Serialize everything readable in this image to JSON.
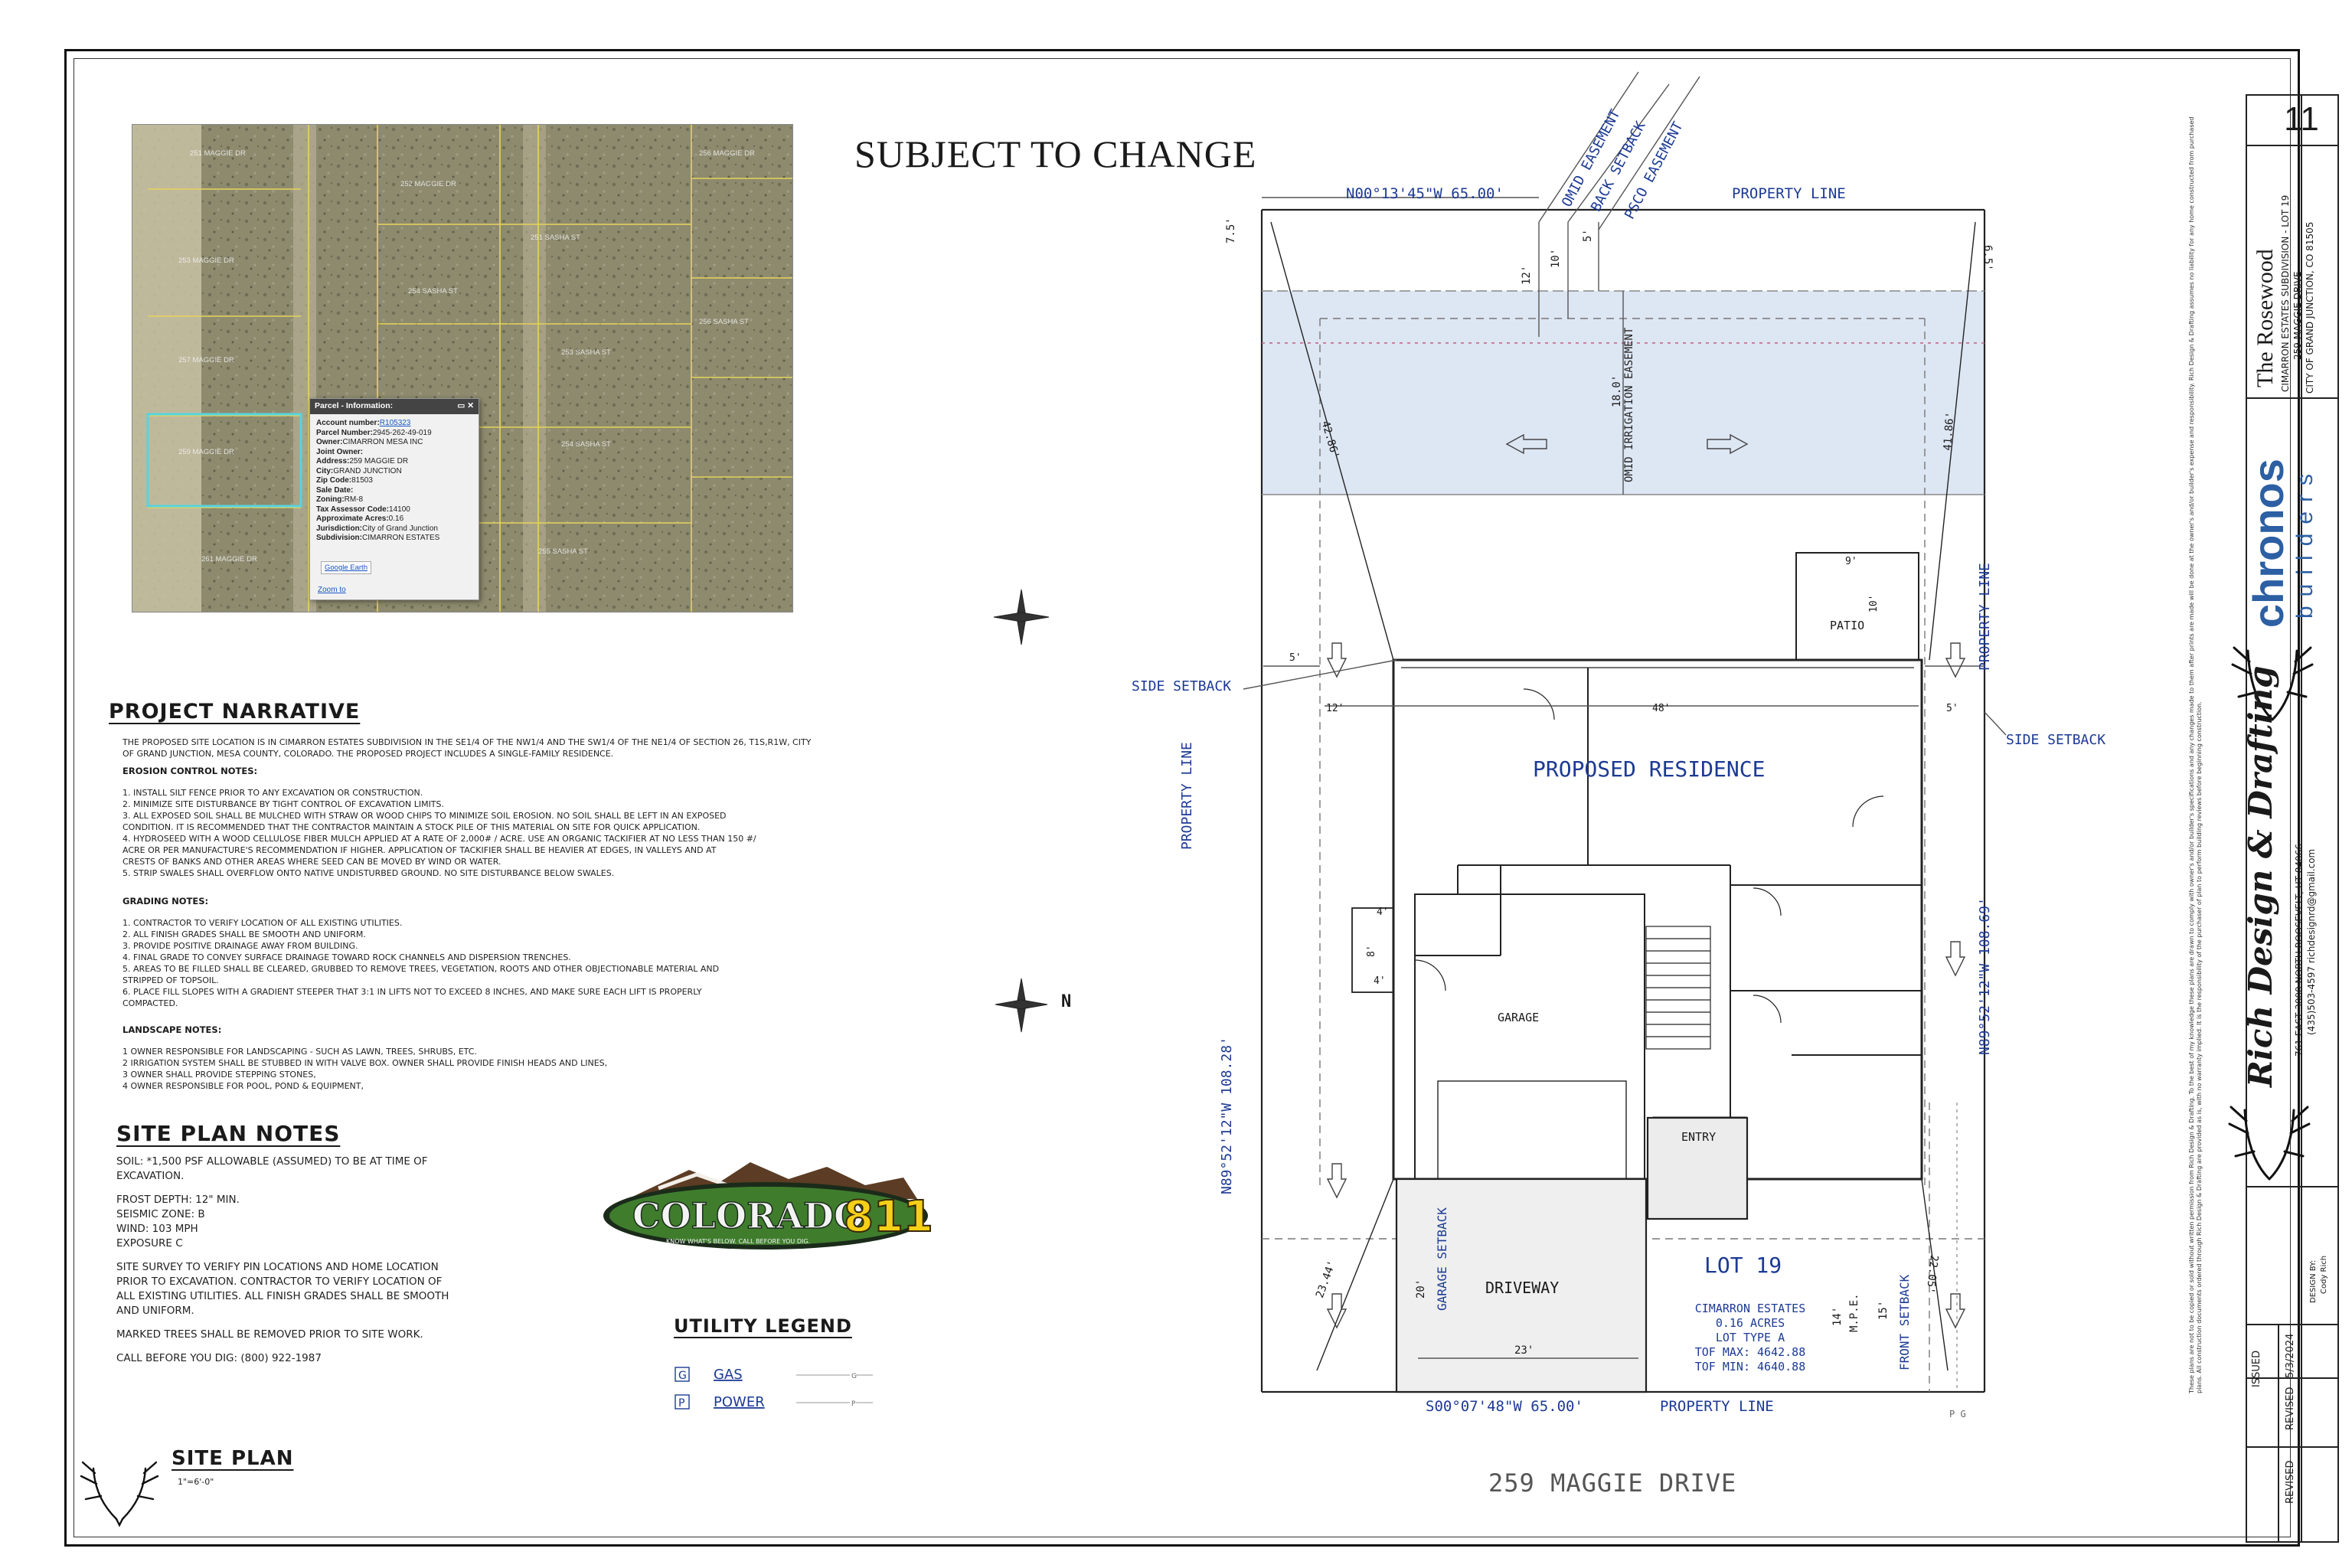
{
  "sheet": {
    "number": "11",
    "subject_to_change": "SUBJECT TO CHANGE",
    "address": "259 MAGGIE DRIVE"
  },
  "parcel_popup": {
    "title": "Parcel - Information:",
    "rows": [
      {
        "label": "Account number:",
        "value": "R105323"
      },
      {
        "label": "Parcel Number:",
        "value": "2945-262-49-019"
      },
      {
        "label": "Owner:",
        "value": "CIMARRON MESA INC"
      },
      {
        "label": "Joint Owner:",
        "value": ""
      },
      {
        "label": "Address:",
        "value": "259 MAGGIE DR"
      },
      {
        "label": "City:",
        "value": "GRAND JUNCTION"
      },
      {
        "label": "Zip Code:",
        "value": "81503"
      },
      {
        "label": "Sale Date:",
        "value": ""
      },
      {
        "label": "Zoning:",
        "value": "RM-8"
      },
      {
        "label": "Tax Assessor Code:",
        "value": "14100"
      },
      {
        "label": "Approximate Acres:",
        "value": "0.16"
      },
      {
        "label": "Jurisdiction:",
        "value": "City of Grand Junction"
      },
      {
        "label": "Subdivision:",
        "value": "CIMARRON ESTATES"
      }
    ],
    "google_earth": "Google Earth",
    "zoom_to": "Zoom to"
  },
  "narrative": {
    "heading": "PROJECT NARRATIVE",
    "intro": "THE PROPOSED SITE LOCATION IS IN CIMARRON ESTATES SUBDIVISION IN THE SE1/4 OF THE NW1/4 AND THE SW1/4 OF THE NE1/4 OF SECTION 26, T1S,R1W, CITY OF GRAND JUNCTION, MESA COUNTY, COLORADO. THE PROPOSED PROJECT INCLUDES A SINGLE-FAMILY RESIDENCE.",
    "erosion_heading": "EROSION CONTROL NOTES:",
    "erosion": [
      "1. INSTALL SILT FENCE PRIOR TO ANY EXCAVATION OR CONSTRUCTION.",
      "2. MINIMIZE SITE DISTURBANCE BY TIGHT CONTROL OF EXCAVATION LIMITS.",
      "3. ALL EXPOSED SOIL SHALL BE MULCHED WITH STRAW OR WOOD CHIPS TO MINIMIZE SOIL EROSION. NO SOIL SHALL BE LEFT IN AN EXPOSED",
      "CONDITION. IT IS RECOMMENDED THAT THE CONTRACTOR MAINTAIN A STOCK PILE OF THIS MATERIAL ON SITE FOR QUICK APPLICATION.",
      "4. HYDROSEED WITH A WOOD CELLULOSE FIBER MULCH APPLIED AT A RATE OF 2,000# / ACRE. USE AN ORGANIC TACKIFIER AT NO LESS THAN 150 #/",
      "ACRE OR PER MANUFACTURE'S RECOMMENDATION IF HIGHER. APPLICATION OF TACKIFIER SHALL BE HEAVIER AT EDGES, IN VALLEYS AND AT",
      "CRESTS OF BANKS AND OTHER AREAS WHERE SEED CAN BE MOVED BY WIND OR WATER.",
      "5. STRIP SWALES SHALL OVERFLOW ONTO NATIVE UNDISTURBED GROUND. NO SITE DISTURBANCE BELOW SWALES."
    ],
    "grading_heading": "GRADING NOTES:",
    "grading": [
      "1. CONTRACTOR TO VERIFY LOCATION OF ALL EXISTING UTILITIES.",
      "2. ALL FINISH GRADES SHALL BE SMOOTH AND UNIFORM.",
      "3. PROVIDE POSITIVE DRAINAGE AWAY FROM BUILDING.",
      "4. FINAL GRADE TO CONVEY SURFACE DRAINAGE TOWARD ROCK CHANNELS AND DISPERSION TRENCHES.",
      "5. AREAS TO BE FILLED SHALL BE CLEARED, GRUBBED TO REMOVE TREES, VEGETATION, ROOTS AND OTHER OBJECTIONABLE MATERIAL AND",
      "STRIPPED OF TOPSOIL.",
      "6. PLACE FILL SLOPES WITH A GRADIENT STEEPER THAT 3:1 IN LIFTS NOT TO EXCEED 8 INCHES, AND MAKE SURE EACH LIFT IS PROPERLY",
      "COMPACTED."
    ],
    "landscape_heading": "LANDSCAPE NOTES:",
    "landscape": [
      "1 OWNER RESPONSIBLE FOR LANDSCAPING - SUCH AS LAWN, TREES, SHRUBS, ETC.",
      "2 IRRIGATION SYSTEM SHALL BE STUBBED IN WITH VALVE BOX. OWNER SHALL PROVIDE FINISH HEADS AND LINES,",
      "3 OWNER SHALL PROVIDE STEPPING STONES,",
      "4 OWNER RESPONSIBLE FOR POOL, POND & EQUIPMENT,"
    ]
  },
  "site_notes": {
    "heading": "SITE PLAN NOTES",
    "lines": [
      "SOIL: *1,500 PSF ALLOWABLE (ASSUMED) TO BE AT TIME OF",
      "EXCAVATION.",
      "",
      "FROST DEPTH: 12\" MIN.",
      "SEISMIC ZONE: B",
      "WIND: 103 MPH",
      "EXPOSURE C",
      "",
      "SITE SURVEY TO VERIFY PIN LOCATIONS AND HOME LOCATION",
      "PRIOR TO EXCAVATION. CONTRACTOR TO VERIFY LOCATION OF",
      "ALL EXISTING UTILITIES. ALL FINISH GRADES SHALL BE SMOOTH",
      "AND UNIFORM.",
      "",
      "MARKED TREES SHALL BE REMOVED PRIOR TO SITE WORK.",
      "",
      "CALL BEFORE YOU DIG: (800) 922-1987"
    ]
  },
  "logo811": {
    "text": "COLORADO",
    "number": "811",
    "tagline": "KNOW WHAT'S BELOW. CALL BEFORE YOU DIG."
  },
  "utility_legend": {
    "heading": "UTILITY LEGEND",
    "items": [
      {
        "key": "G",
        "label": "GAS",
        "line": "G"
      },
      {
        "key": "P",
        "label": "POWER",
        "line": "P"
      }
    ]
  },
  "site_plan_title": {
    "title": "SITE PLAN",
    "scale": "1\"=6'-0\""
  },
  "plan": {
    "property_line": "PROPERTY LINE",
    "north_bearing": "N00°13'45\"W  65.00'",
    "south_bearing": "S00°07'48\"W  65.00'",
    "west_bearing": "N89°52'12\"W  108.28'",
    "east_bearing": "N89°52'12\"W  108.69'",
    "easements": [
      "OMID EASEMENT",
      "BACK SETBACK",
      "PSCO EASEMENT"
    ],
    "irrigation_easement": "OMID IRRIGATION EASEMENT",
    "side_setback": "SIDE SETBACK",
    "garage_setback": "GARAGE SETBACK",
    "front_setback": "FRONT SETBACK",
    "mpe": "M.P.E.",
    "residence": "PROPOSED RESIDENCE",
    "garage": "GARAGE",
    "entry": "ENTRY",
    "patio": "PATIO",
    "driveway": "DRIVEWAY",
    "lot": "LOT 19",
    "lot_info": [
      "CIMARRON ESTATES",
      "0.16 ACRES",
      "LOT TYPE A",
      "TOF MAX: 4642.88",
      "TOF MIN: 4640.88"
    ],
    "dims": {
      "d75": "7.5'",
      "d65": "6.5'",
      "d12": "12'",
      "d10": "10'",
      "d5": "5'",
      "d18": "18.0'",
      "d4286": "42.86'",
      "d4186": "41.86'",
      "d9": "9'",
      "d10b": "10'",
      "d5a": "5'",
      "d5b": "5'",
      "d12b": "12'",
      "d48": "48'",
      "d4": "4'",
      "d8": "8'",
      "d4b": "4'",
      "d20": "20'",
      "d23": "23'",
      "d14": "14'",
      "d15": "15'",
      "d2344": "23.44'",
      "d2205": "22.05'"
    },
    "north": "N",
    "pg": "P  G"
  },
  "title_block": {
    "sheet_no": "11",
    "project": "The Rosewood",
    "subdivision": "CIMARRON ESTATES SUBDIVISION - LOT 19",
    "street": "259 MAGGIE DRIVE",
    "city": "CITY OF GRAND JUNCTION, CO 81505",
    "brand": "chronos",
    "brand_sub": "builders",
    "drafter": "Rich Design & Drafting",
    "drafter_addr": "761 EAST 3000 NORTH ROOSEVELT, UT 84066",
    "drafter_contact": "(435)503-4597 richdesignrd@gmail.com",
    "disclaimer": "These plans are not to be copied or sold without written permission from Rich Design & Drafting. To the best of my knowledge these plans are drawn to comply with owner's and/or builder's specifications and any changes made to them after prints are made will be done at the owner's and/or builder's expense and responsibility. Rich Design & Drafting assumes no liability for any home constructed from purchased plans. All construction documents ordered through Rich Design & Drafting are provided as is, with no warranty implied. It is the responsibility of the purchaser of plan to perform building reviews before beginning construction.",
    "issued_label": "ISSUED",
    "issued_date": "5/3/2024",
    "revised_label": "REVISED",
    "design_by_label": "DESIGN BY:",
    "design_by": "Cody Rich"
  }
}
